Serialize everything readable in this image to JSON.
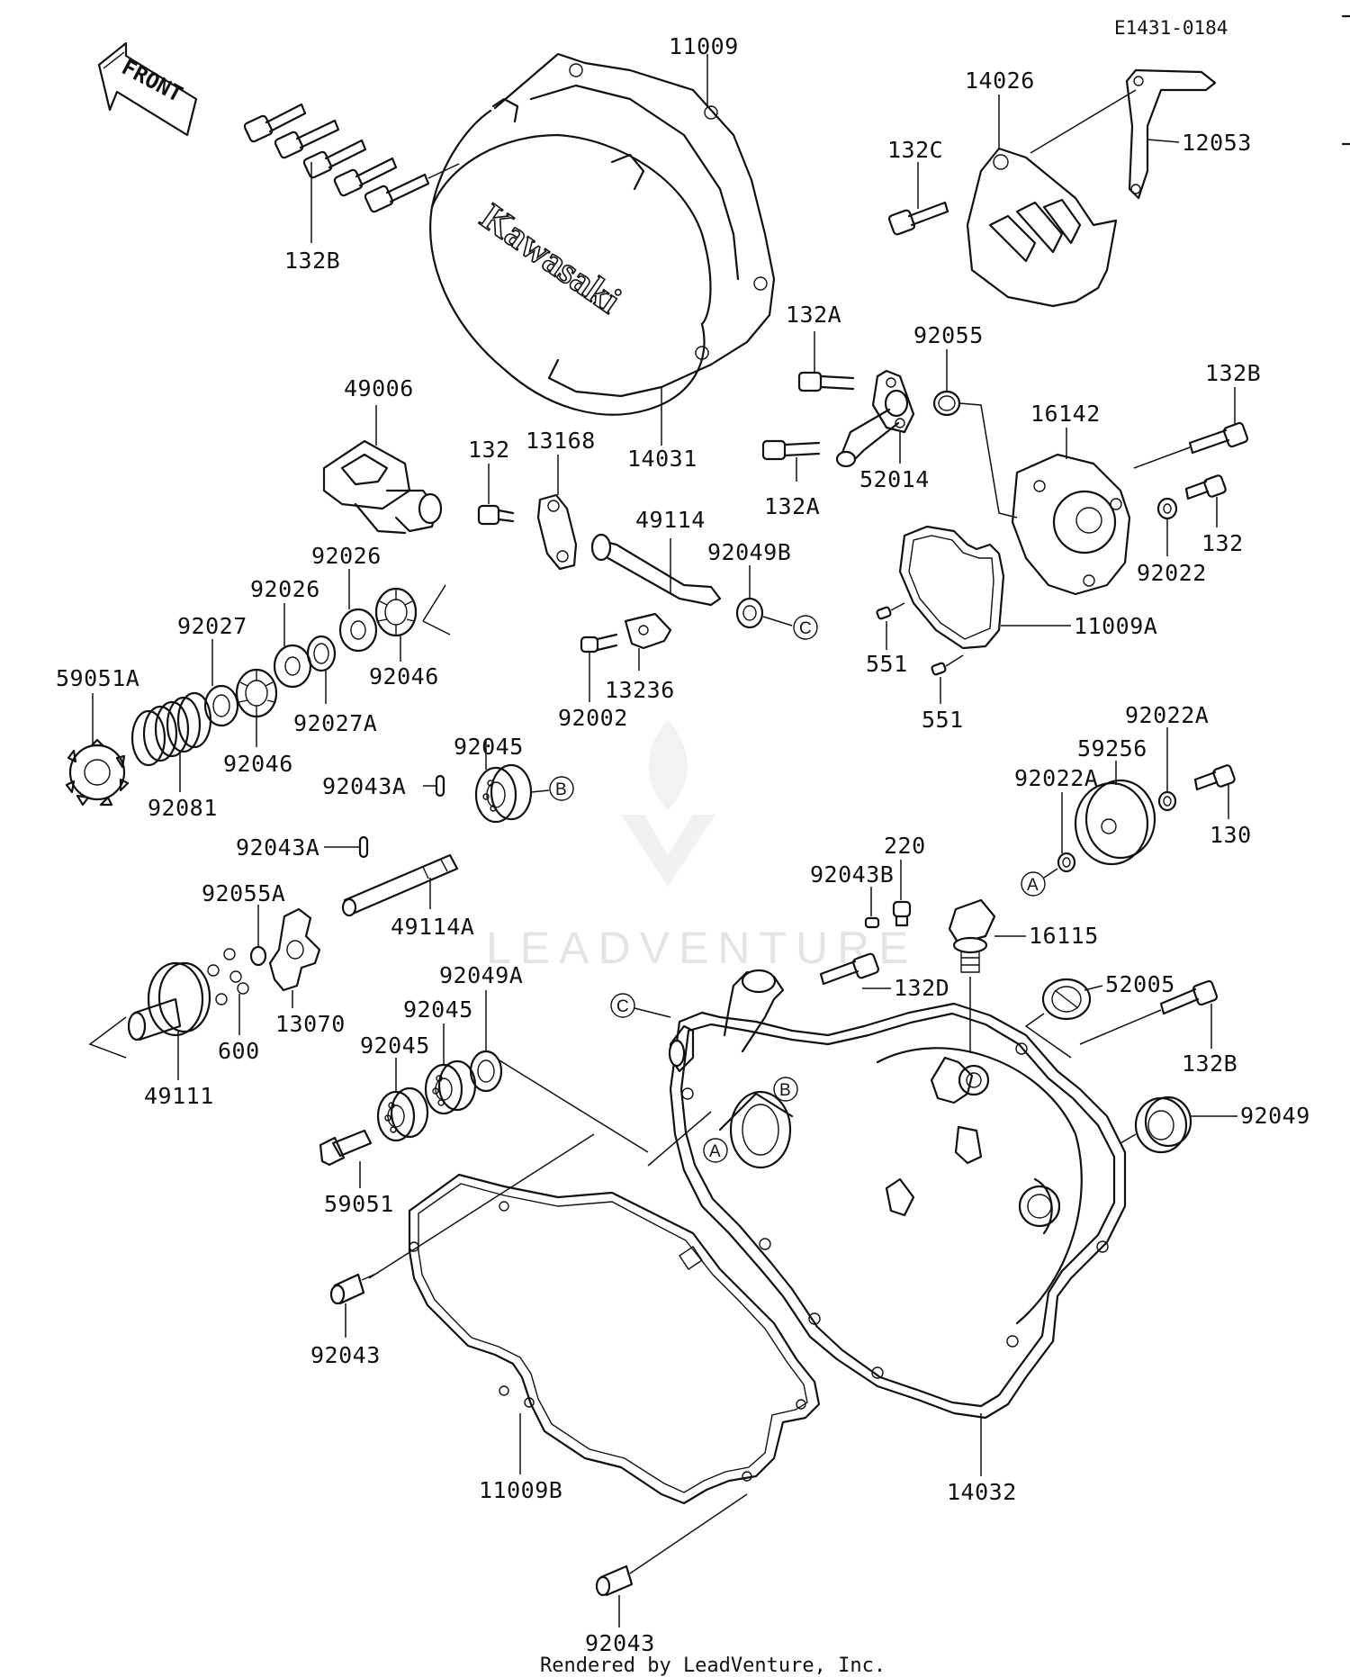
{
  "diagram_code": "E1431-0184",
  "footer": "Rendered by LeadVenture, Inc.",
  "watermark": "LEADVENTURE",
  "front_arrow_label": "FRONT",
  "cover_logo": "Kawasaki",
  "ref_letters": {
    "a": "A",
    "b": "B",
    "c": "C"
  },
  "parts": {
    "p11009": "11009",
    "p14026": "14026",
    "p12053": "12053",
    "p132C": "132C",
    "p132B_top": "132B",
    "p132A_top": "132A",
    "p92055": "92055",
    "p132B_right": "132B",
    "p49006": "49006",
    "p16142": "16142",
    "p132_mid": "132",
    "p13168": "13168",
    "p14031": "14031",
    "p52014": "52014",
    "p132A_bot": "132A",
    "p49114": "49114",
    "p132_right": "132",
    "p92026_a": "92026",
    "p92049B": "92049B",
    "p92022": "92022",
    "p92026_b": "92026",
    "p11009A": "11009A",
    "p92027": "92027",
    "p92046_a": "92046",
    "p59051A": "59051A",
    "p551_a": "551",
    "p13236": "13236",
    "p92027A": "92027A",
    "p551_b": "551",
    "p92002": "92002",
    "p92022A_r": "92022A",
    "p92045_a": "92045",
    "p59256": "59256",
    "p92046_b": "92046",
    "p92043A_a": "92043A",
    "p92022A_l": "92022A",
    "p92081": "92081",
    "p130": "130",
    "p220": "220",
    "p92043A_b": "92043A",
    "p92043B": "92043B",
    "p92055A": "92055A",
    "p16115": "16115",
    "p49114A": "49114A",
    "p92049A": "92049A",
    "p52005": "52005",
    "p132D": "132D",
    "p92045_b": "92045",
    "p13070": "13070",
    "p132B_low": "132B",
    "p92045_c": "92045",
    "p600": "600",
    "p92049": "92049",
    "p49111": "49111",
    "p59051": "59051",
    "p92043_a": "92043",
    "p11009B": "11009B",
    "p14032": "14032",
    "p92043_b": "92043"
  }
}
